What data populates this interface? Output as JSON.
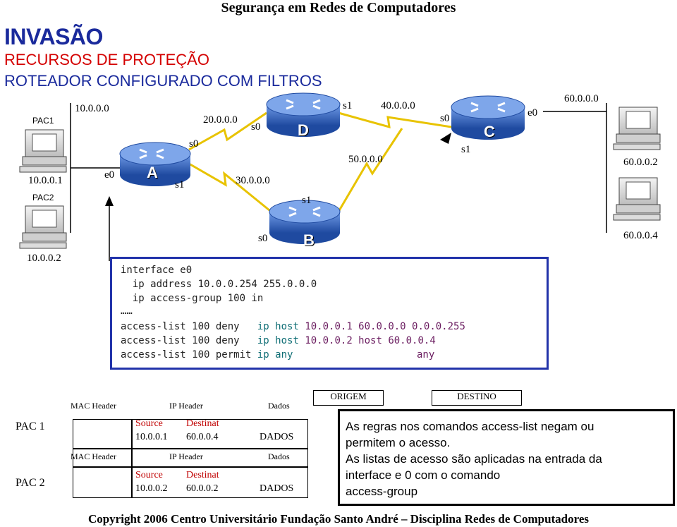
{
  "header": {
    "course_title": "Segurança em Redes de Computadores"
  },
  "titles": {
    "main": "INVASÃO",
    "sub1": "RECURSOS DE PROTEÇÃO",
    "sub2": "ROTEADOR CONFIGURADO COM FILTROS"
  },
  "routers": {
    "a": "A",
    "b": "B",
    "c": "C",
    "d": "D"
  },
  "hosts": {
    "pac1": "PAC1",
    "pac2": "PAC2"
  },
  "labels": {
    "net_10": "10.0.0.0",
    "host_10_1": "10.0.0.1",
    "host_10_2": "10.0.0.2",
    "net_20": "20.0.0.0",
    "net_30": "30.0.0.0",
    "net_40": "40.0.0.0",
    "net_50": "50.0.0.0",
    "net_60": "60.0.0.0",
    "host_60_2": "60.0.0.2",
    "host_60_4": "60.0.0.4",
    "a_e0": "e0",
    "a_s0": "s0",
    "a_s1": "s1",
    "d_s0": "s0",
    "d_s1": "s1",
    "b_s0": "s0",
    "b_s1": "s1",
    "c_s0": "s0",
    "c_s1": "s1",
    "c_e0": "e0"
  },
  "config": {
    "l1": "interface e0",
    "l2": "  ip address 10.0.0.254 255.0.0.0",
    "l3": "  ip access-group 100 in",
    "l4": "……",
    "acl1_cmd": "access-list 100 deny   ",
    "acl1_kw": "ip host ",
    "acl1_val": "10.0.0.1 60.0.0.0 0.0.0.255",
    "acl2_cmd": "access-list 100 deny   ",
    "acl2_kw": "ip host ",
    "acl2_val": "10.0.0.2 host 60.0.0.4",
    "acl3_cmd": "access-list 100 permit ",
    "acl3_kw": "ip any",
    "acl3_val": "any"
  },
  "packets": {
    "origem": "ORIGEM",
    "destino": "DESTINO",
    "mac_header": "MAC Header",
    "ip_header": "IP Header",
    "dados": "Dados",
    "pac1": {
      "label": "PAC 1",
      "source": "Source",
      "destinat": "Destinat",
      "src_ip": "10.0.0.1",
      "dst_ip": "60.0.0.4",
      "data": "DADOS"
    },
    "pac2": {
      "label": "PAC 2",
      "source": "Source",
      "destinat": "Destinat",
      "src_ip": "10.0.0.2",
      "dst_ip": "60.0.0.2",
      "data": "DADOS"
    }
  },
  "note": {
    "l1": "As regras nos comandos access-list negam ou",
    "l2": "permitem o acesso.",
    "l3": "As listas de acesso são aplicadas na entrada da",
    "l4": "interface e 0 com o comando",
    "l5": "access-group"
  },
  "footer": {
    "text": "Copyright 2006 Centro Universitário Fundação Santo André – Disciplina Redes de Computadores"
  },
  "colors": {
    "router": "#2e5fb8",
    "config_border": "#2233aa",
    "title_blue": "#1a2a9c",
    "title_red": "#d40000",
    "link": "#e8c300"
  }
}
